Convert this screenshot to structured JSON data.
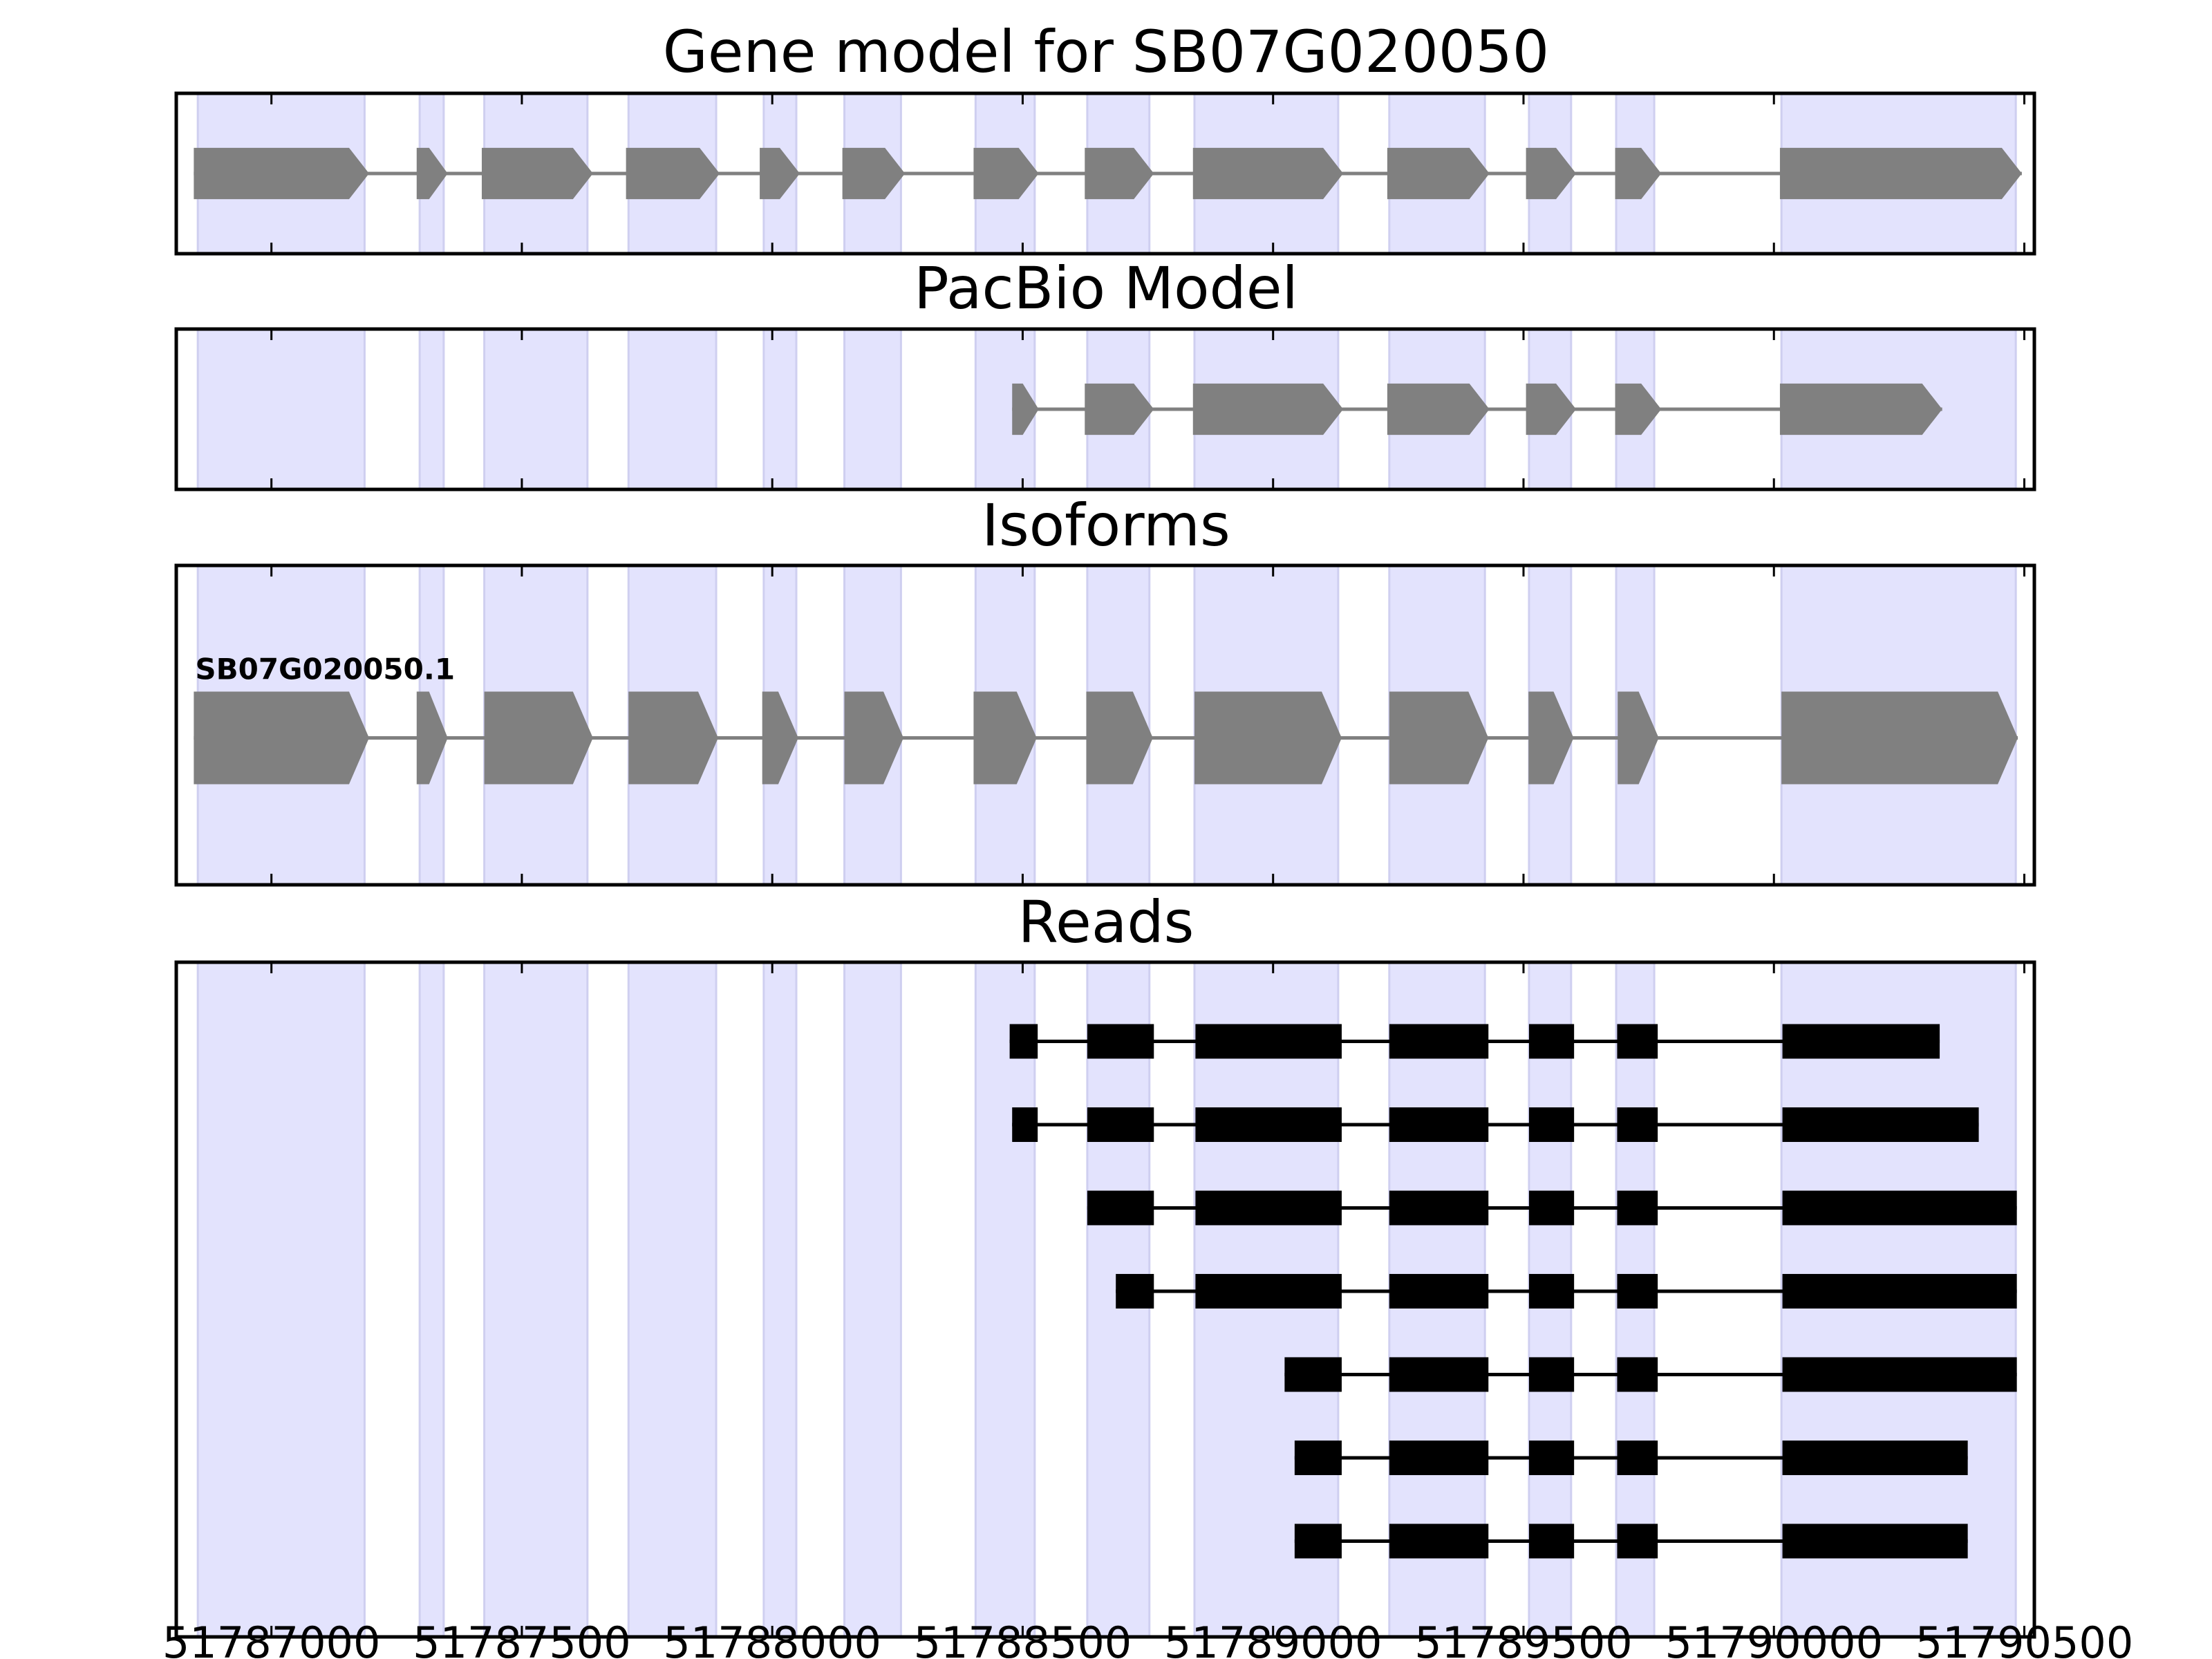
{
  "chart_data": {
    "type": "gene-track",
    "xlim": [
      51786810,
      51790520
    ],
    "xticks": [
      51787000,
      51787500,
      51788000,
      51788500,
      51789000,
      51789500,
      51790000,
      51790500
    ],
    "xtick_labels": [
      "51787000",
      "51787500",
      "51788000",
      "51788500",
      "51789000",
      "51789500",
      "51790000",
      "51790500"
    ],
    "colors": {
      "shade": "#e3e3fd",
      "shade_edge": "#cfcff0",
      "model": "#808080",
      "reads": "#000000",
      "axis": "#000000"
    },
    "shaded_regions": [
      [
        51786853,
        51787186
      ],
      [
        51787296,
        51787344
      ],
      [
        51787425,
        51787631
      ],
      [
        51787713,
        51787888
      ],
      [
        51787983,
        51788048
      ],
      [
        51788144,
        51788257
      ],
      [
        51788406,
        51788524
      ],
      [
        51788629,
        51788753
      ],
      [
        51788843,
        51789130
      ],
      [
        51789232,
        51789423
      ],
      [
        51789511,
        51789595
      ],
      [
        51789685,
        51789761
      ],
      [
        51790015,
        51790483
      ]
    ],
    "panels": [
      {
        "title": "Gene model for SB07G020050",
        "kind": "model",
        "models": [
          {
            "label": "",
            "exons": [
              [
                51786845,
                51787195
              ],
              [
                51787290,
                51787352
              ],
              [
                51787420,
                51787642
              ],
              [
                51787708,
                51787895
              ],
              [
                51787975,
                51788055
              ],
              [
                51788140,
                51788265
              ],
              [
                51788402,
                51788532
              ],
              [
                51788624,
                51788762
              ],
              [
                51788840,
                51789140
              ],
              [
                51789228,
                51789432
              ],
              [
                51789505,
                51789605
              ],
              [
                51789683,
                51789775
              ],
              [
                51790012,
                51790495
              ]
            ]
          }
        ]
      },
      {
        "title": "PacBio Model",
        "kind": "model",
        "models": [
          {
            "label": "",
            "exons": [
              [
                51788479,
                51788532
              ],
              [
                51788624,
                51788762
              ],
              [
                51788840,
                51789140
              ],
              [
                51789228,
                51789432
              ],
              [
                51789505,
                51789605
              ],
              [
                51789683,
                51789775
              ],
              [
                51790012,
                51790336
              ]
            ]
          }
        ]
      },
      {
        "title": "Isoforms",
        "kind": "model",
        "models": [
          {
            "label": "SB07G020050.1",
            "exons": [
              [
                51786845,
                51787195
              ],
              [
                51787290,
                51787352
              ],
              [
                51787425,
                51787642
              ],
              [
                51787713,
                51787892
              ],
              [
                51787980,
                51788052
              ],
              [
                51788144,
                51788262
              ],
              [
                51788402,
                51788528
              ],
              [
                51788627,
                51788760
              ],
              [
                51788843,
                51789137
              ],
              [
                51789232,
                51789430
              ],
              [
                51789510,
                51789600
              ],
              [
                51789688,
                51789770
              ],
              [
                51790015,
                51790487
              ]
            ]
          }
        ]
      },
      {
        "title": "Reads",
        "kind": "reads",
        "reads": [
          [
            [
              51788474,
              51788530
            ],
            [
              51788629,
              51788762
            ],
            [
              51788845,
              51789137
            ],
            [
              51789232,
              51789430
            ],
            [
              51789511,
              51789601
            ],
            [
              51789687,
              51789768
            ],
            [
              51790017,
              51790331
            ]
          ],
          [
            [
              51788479,
              51788530
            ],
            [
              51788629,
              51788762
            ],
            [
              51788845,
              51789137
            ],
            [
              51789232,
              51789430
            ],
            [
              51789511,
              51789601
            ],
            [
              51789687,
              51789768
            ],
            [
              51790017,
              51790409
            ]
          ],
          [
            [
              51788629,
              51788762
            ],
            [
              51788845,
              51789137
            ],
            [
              51789232,
              51789430
            ],
            [
              51789511,
              51789601
            ],
            [
              51789687,
              51789768
            ],
            [
              51790017,
              51790485
            ]
          ],
          [
            [
              51788686,
              51788762
            ],
            [
              51788845,
              51789137
            ],
            [
              51789232,
              51789430
            ],
            [
              51789511,
              51789601
            ],
            [
              51789687,
              51789768
            ],
            [
              51790017,
              51790485
            ]
          ],
          [
            [
              51789023,
              51789137
            ],
            [
              51789232,
              51789430
            ],
            [
              51789511,
              51789601
            ],
            [
              51789687,
              51789768
            ],
            [
              51790017,
              51790485
            ]
          ],
          [
            [
              51789043,
              51789137
            ],
            [
              51789232,
              51789430
            ],
            [
              51789511,
              51789601
            ],
            [
              51789687,
              51789768
            ],
            [
              51790017,
              51790387
            ]
          ],
          [
            [
              51789043,
              51789137
            ],
            [
              51789232,
              51789430
            ],
            [
              51789511,
              51789601
            ],
            [
              51789687,
              51789768
            ],
            [
              51790017,
              51790387
            ]
          ]
        ]
      }
    ]
  }
}
